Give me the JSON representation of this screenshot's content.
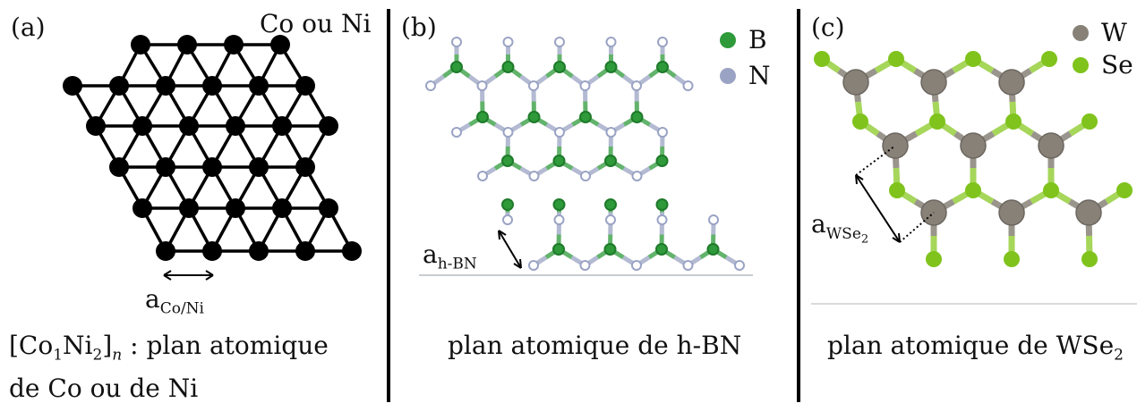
{
  "panels": {
    "a": {
      "tag": "(a)",
      "element_label": "Co ou Ni",
      "lattice_symbol": "a",
      "lattice_sub": "Co/Ni",
      "caption_line1": "[Co",
      "caption_sub1": "1",
      "caption_mid": "Ni",
      "caption_sub2": "2",
      "caption_close": "]",
      "caption_subn": "n",
      "caption_rest": " : plan  atomique",
      "caption_line2": "de Co ou de Ni"
    },
    "b": {
      "tag": "(b)",
      "legend": [
        {
          "symbol": "B",
          "color": "#2e9a3a"
        },
        {
          "symbol": "N",
          "color": "#9aa3c4"
        }
      ],
      "lattice_symbol": "a",
      "lattice_sub": "h-BN",
      "caption": "plan atomique de h-BN"
    },
    "c": {
      "tag": "(c)",
      "legend": [
        {
          "symbol": "W",
          "color": "#878178"
        },
        {
          "symbol": "Se",
          "color": "#7fc31c"
        }
      ],
      "lattice_symbol": "a",
      "lattice_sub": "WSe",
      "lattice_sub2": "2",
      "caption_main": "plan atomique de WSe",
      "caption_sub": "2"
    }
  },
  "colors": {
    "black": "#000000",
    "boron": "#2e9a3a",
    "nitrogen": "#9aa3c4",
    "tungsten": "#878178",
    "selenium": "#7fc31c"
  }
}
